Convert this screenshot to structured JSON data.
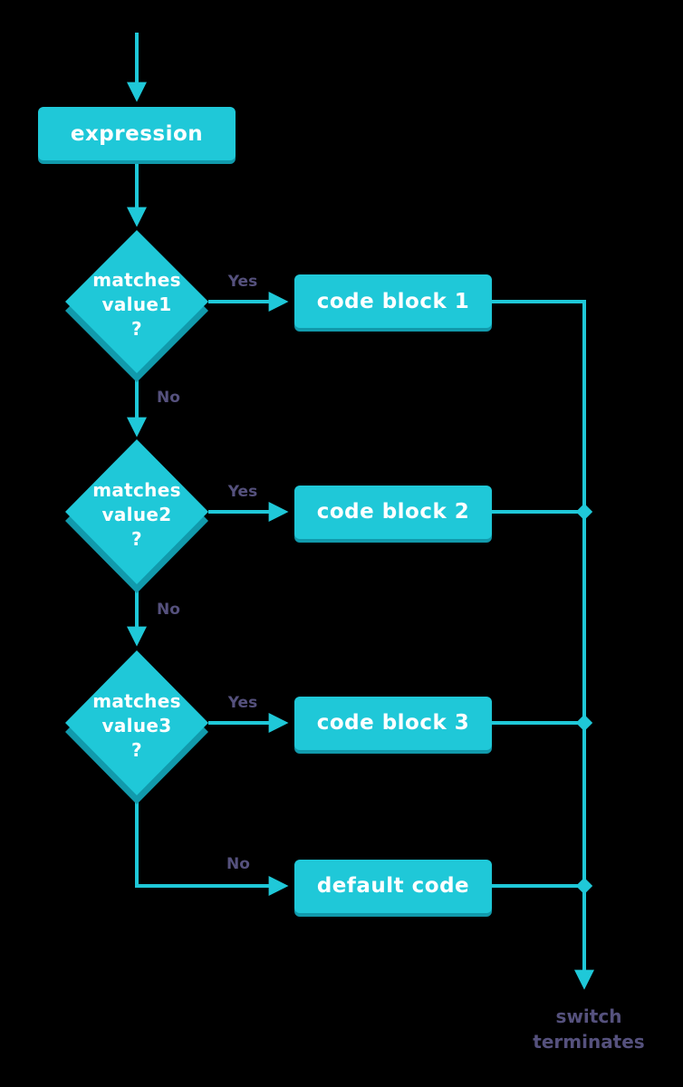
{
  "colors": {
    "background": "#000000",
    "shape_fill": "#1fc8d8",
    "shape_shadow": "#119aac",
    "connector": "#1fc8d8",
    "node_text": "#ffffff",
    "label_text": "#55517d"
  },
  "nodes": {
    "expression": {
      "label": "expression"
    },
    "decision1": {
      "lines": [
        "matches",
        "value1",
        "?"
      ]
    },
    "decision2": {
      "lines": [
        "matches",
        "value2",
        "?"
      ]
    },
    "decision3": {
      "lines": [
        "matches",
        "value3",
        "?"
      ]
    },
    "code1": {
      "label": "code block 1"
    },
    "code2": {
      "label": "code block 2"
    },
    "code3": {
      "label": "code block 3"
    },
    "default": {
      "label": "default code"
    }
  },
  "edge_labels": {
    "yes1": "Yes",
    "no1": "No",
    "yes2": "Yes",
    "no2": "No",
    "yes3": "Yes",
    "no3": "No"
  },
  "terminal": {
    "lines": [
      "switch",
      "terminates"
    ]
  }
}
